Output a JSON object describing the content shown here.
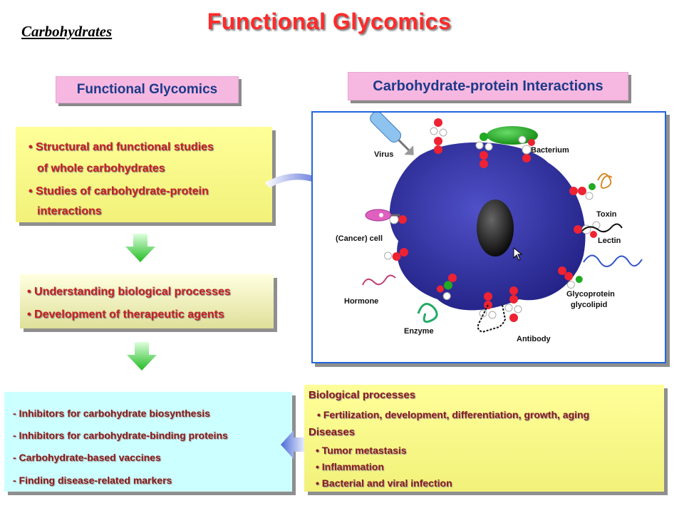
{
  "header": {
    "title": "Functional Glycomics",
    "corner_label": "Carbohydrates"
  },
  "left_label": "Functional Glycomics",
  "right_label": "Carbohydrate-protein Interactions",
  "studies_box": {
    "lines": [
      "• Structural and functional studies",
      "of whole carbohydrates",
      "• Studies of carbohydrate-protein",
      "interactions"
    ]
  },
  "goals_box": {
    "lines": [
      "• Understanding biological processes",
      "• Development of therapeutic agents"
    ]
  },
  "applications_box": {
    "lines": [
      "- Inhibitors for carbohydrate  biosynthesis",
      "- Inhibitors for carbohydrate-binding  proteins",
      "- Carbohydrate-based  vaccines",
      "- Finding  disease-related  markers"
    ]
  },
  "processes_box": {
    "bio_heading": "Biological processes",
    "bio_item": "• Fertilization, development, differentiation, growth, aging",
    "disease_heading": "Diseases",
    "disease_items": [
      "• Tumor metastasis",
      "• Inflammation",
      "• Bacterial and viral infection"
    ]
  },
  "diagram": {
    "labels": {
      "virus": "Virus",
      "bacterium": "Bacterium",
      "toxin": "Toxin",
      "cancer_cell": "(Cancer) cell",
      "lectin": "Lectin",
      "hormone": "Hormone",
      "glycoprotein": "Glycoprotein",
      "glycolipid": "glycolipid",
      "enzyme": "Enzyme",
      "antibody": "Antibody"
    }
  },
  "colors": {
    "title_red": "#ff2a2a",
    "cell_blue": "#2a2a9a",
    "label_pink": "#f6b8e0",
    "box_yellow": "#ffff99",
    "box_cyan": "#ccffff",
    "arrow_green": "#33cc33",
    "frame_blue": "#2266dd"
  }
}
